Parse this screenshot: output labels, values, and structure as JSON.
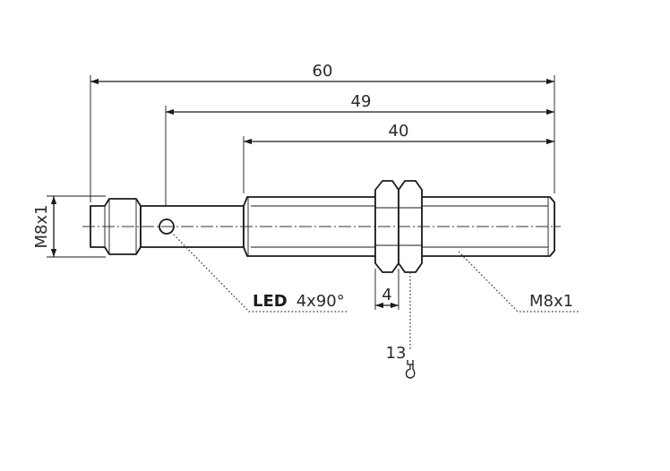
{
  "dimensions": {
    "total_length": "60",
    "mid_length": "49",
    "thread_length": "40",
    "diameter_left": "M8x1",
    "nut_width": "4",
    "wrench_size": "13"
  },
  "labels": {
    "led_bold": "LED",
    "led_spec": "4x90°",
    "thread_right": "M8x1"
  },
  "icons": {
    "wrench": "wrench-icon"
  },
  "colors": {
    "line": "#1a1a1a",
    "background": "#ffffff"
  }
}
